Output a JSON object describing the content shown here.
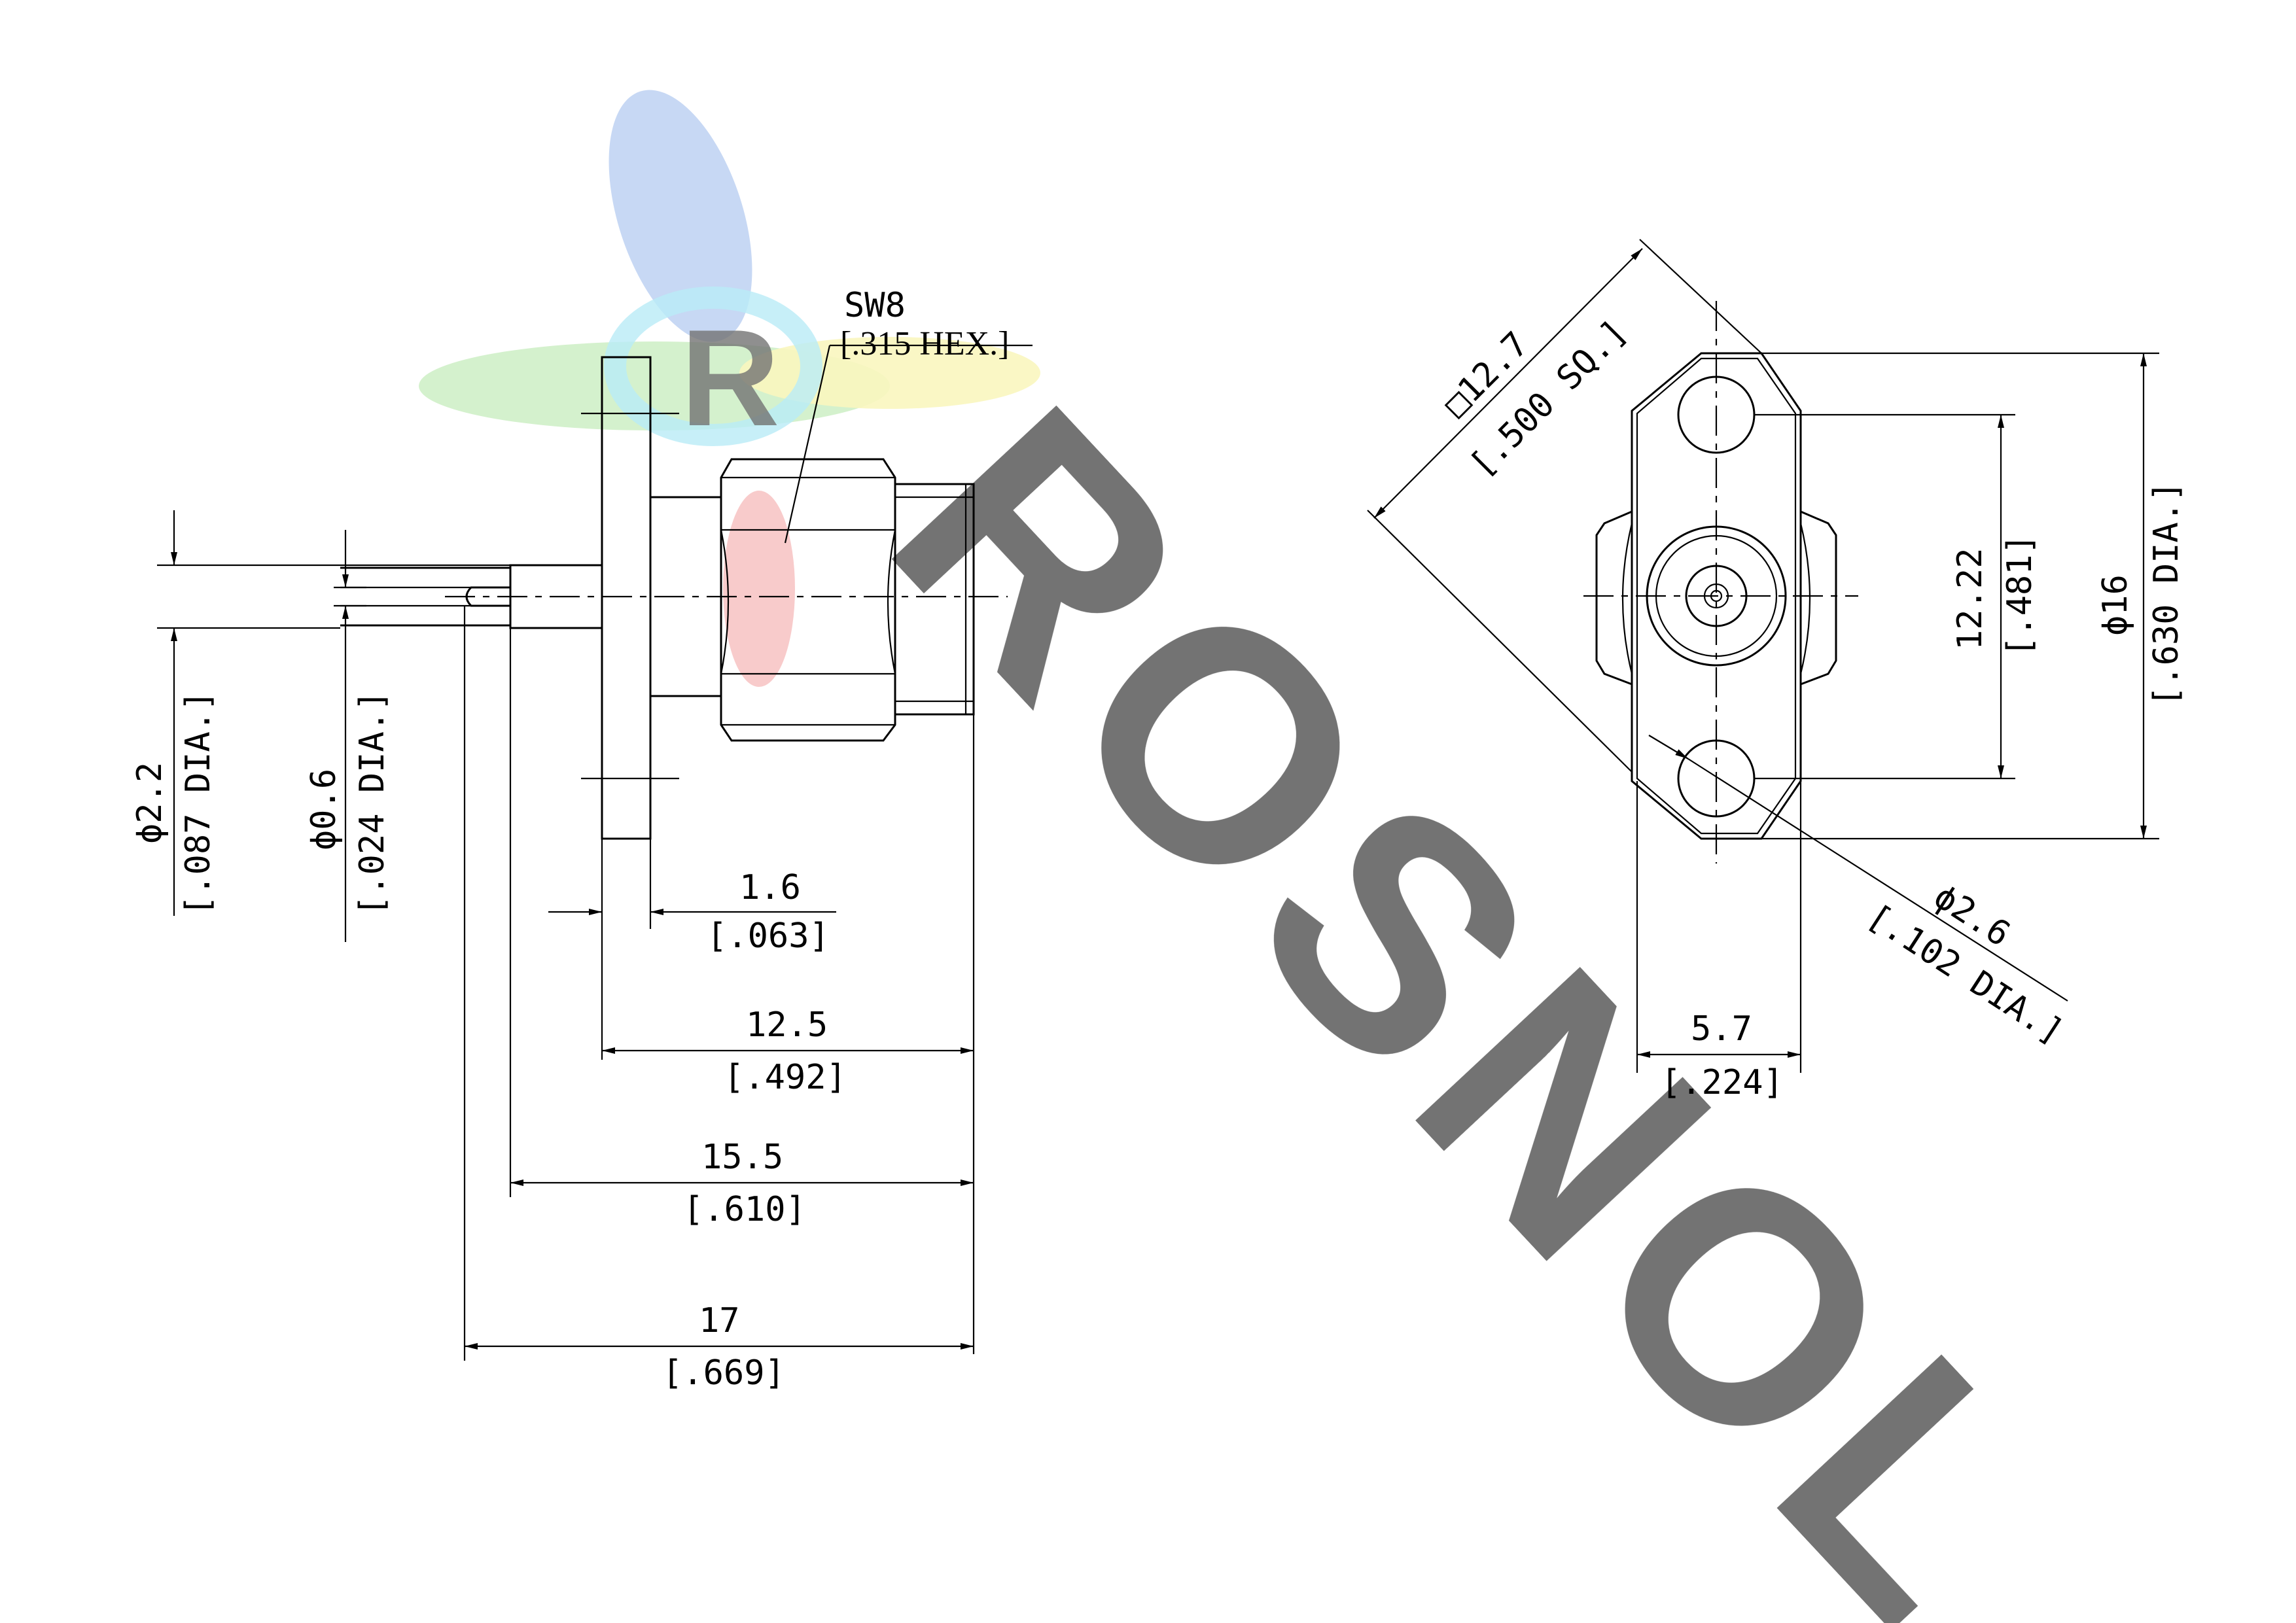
{
  "watermark": {
    "brand_text": "ROSNOL",
    "logo_letter": "R",
    "colors": {
      "blue": "#7fa6e6",
      "cyan": "#7fdcf0",
      "green": "#9fe08f",
      "yellow": "#f5ef8a",
      "red": "#f08a8a"
    }
  },
  "side_view": {
    "hex": {
      "value": "SW8",
      "imperial": "[.315 HEX.]"
    },
    "pin_body_dia": {
      "value": "ϕ2.2",
      "imperial": "[.087 DIA.]"
    },
    "pin_dia": {
      "value": "ϕ0.6",
      "imperial": "[.024 DIA.]"
    },
    "flange_thickness": {
      "value": "1.6",
      "imperial": "[.063]"
    },
    "len_flange_to_end": {
      "value": "12.5",
      "imperial": "[.492]"
    },
    "len_insulator_to_end": {
      "value": "15.5",
      "imperial": "[.610]"
    },
    "overall_length": {
      "value": "17",
      "imperial": "[.669]"
    }
  },
  "front_view": {
    "flange_square": {
      "value": "□12.7",
      "imperial": "[.500 SQ.]"
    },
    "hole_spacing": {
      "value": "12.22",
      "imperial": "[.481]"
    },
    "flange_dia": {
      "value": "ϕ16",
      "imperial": "[.630 DIA.]"
    },
    "hole_dia": {
      "value": "ϕ2.6",
      "imperial": "[.102 DIA.]"
    },
    "flange_width": {
      "value": "5.7",
      "imperial": "[.224]"
    }
  }
}
